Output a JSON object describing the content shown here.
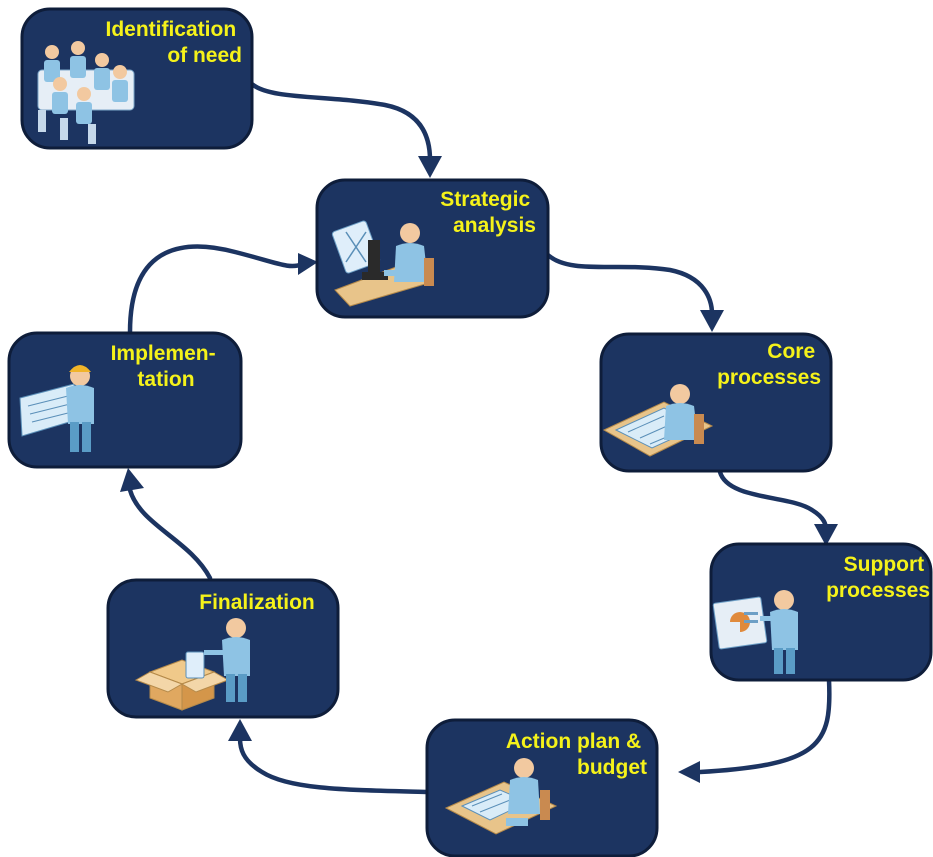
{
  "nodes": {
    "identification": {
      "line1": "Identification",
      "line2": "of need",
      "icon": "meeting-icon"
    },
    "strategic": {
      "line1": "Strategic",
      "line2": "analysis",
      "icon": "microscope-icon"
    },
    "core": {
      "line1": "Core",
      "line2": "processes",
      "icon": "desk-plans-icon"
    },
    "support": {
      "line1": "Support",
      "line2": "processes",
      "icon": "presentation-board-icon"
    },
    "action": {
      "line1": "Action plan &",
      "line2": "budget",
      "icon": "writing-desk-icon"
    },
    "finalization": {
      "line1": "Finalization",
      "icon": "packaging-box-icon"
    },
    "implementation": {
      "line1": "Implemen-",
      "line2": "tation",
      "icon": "blueprint-worker-icon"
    }
  },
  "flow": [
    "identification",
    "strategic",
    "core",
    "support",
    "action",
    "finalization",
    "implementation",
    "strategic"
  ],
  "colors": {
    "box": "#1c3461",
    "label": "#f5f21a",
    "connector": "#1c3461"
  }
}
